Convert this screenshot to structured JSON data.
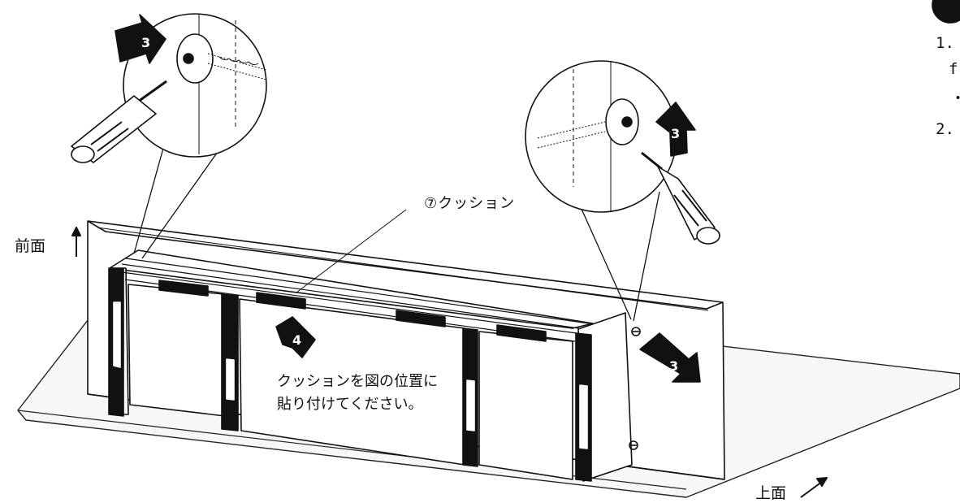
{
  "labels": {
    "front": "前面",
    "top": "上面",
    "cushion": "⑦クッション",
    "instruction_line1": "クッションを図の位置に",
    "instruction_line2": "貼り付けてください。"
  },
  "step_badges": [
    "3",
    "3",
    "3",
    "4"
  ],
  "side_text": {
    "item1": "1.",
    "item2": "2.",
    "frag1": "f",
    "frag2": "・"
  },
  "colors": {
    "ink": "#111111",
    "paper": "#ffffff",
    "floor": "#f7f7f7"
  }
}
